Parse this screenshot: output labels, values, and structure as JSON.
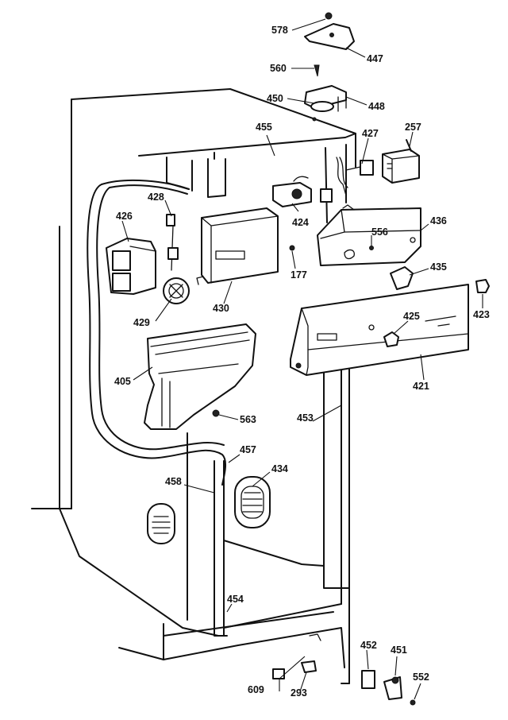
{
  "diagram": {
    "parts": [
      {
        "id": "578",
        "label": "578"
      },
      {
        "id": "447",
        "label": "447"
      },
      {
        "id": "560",
        "label": "560"
      },
      {
        "id": "450",
        "label": "450"
      },
      {
        "id": "448",
        "label": "448"
      },
      {
        "id": "455",
        "label": "455"
      },
      {
        "id": "427",
        "label": "427"
      },
      {
        "id": "257",
        "label": "257"
      },
      {
        "id": "428",
        "label": "428"
      },
      {
        "id": "426",
        "label": "426"
      },
      {
        "id": "424",
        "label": "424"
      },
      {
        "id": "436",
        "label": "436"
      },
      {
        "id": "556",
        "label": "556"
      },
      {
        "id": "177",
        "label": "177"
      },
      {
        "id": "430",
        "label": "430"
      },
      {
        "id": "435",
        "label": "435"
      },
      {
        "id": "429",
        "label": "429"
      },
      {
        "id": "423",
        "label": "423"
      },
      {
        "id": "425",
        "label": "425"
      },
      {
        "id": "405",
        "label": "405"
      },
      {
        "id": "421",
        "label": "421"
      },
      {
        "id": "563",
        "label": "563"
      },
      {
        "id": "453",
        "label": "453"
      },
      {
        "id": "457",
        "label": "457"
      },
      {
        "id": "434",
        "label": "434"
      },
      {
        "id": "458",
        "label": "458"
      },
      {
        "id": "454",
        "label": "454"
      },
      {
        "id": "452",
        "label": "452"
      },
      {
        "id": "451",
        "label": "451"
      },
      {
        "id": "552",
        "label": "552"
      },
      {
        "id": "609",
        "label": "609"
      },
      {
        "id": "293",
        "label": "293"
      }
    ]
  }
}
